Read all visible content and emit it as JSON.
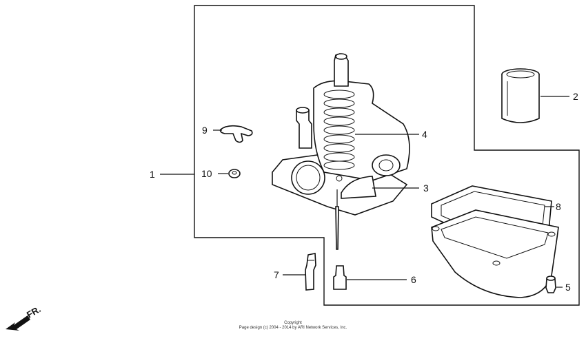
{
  "diagram": {
    "front_marker": "FR.",
    "callouts": [
      {
        "id": "1",
        "label": "1"
      },
      {
        "id": "2",
        "label": "2"
      },
      {
        "id": "3",
        "label": "3"
      },
      {
        "id": "4",
        "label": "4"
      },
      {
        "id": "5",
        "label": "5"
      },
      {
        "id": "6",
        "label": "6"
      },
      {
        "id": "7",
        "label": "7"
      },
      {
        "id": "8",
        "label": "8"
      },
      {
        "id": "9",
        "label": "9"
      },
      {
        "id": "10",
        "label": "10"
      }
    ]
  },
  "footer": {
    "copyright_line1": "Copyright",
    "copyright_line2": "Page design (c) 2004 - 2014 by ARI Network Services, Inc."
  }
}
